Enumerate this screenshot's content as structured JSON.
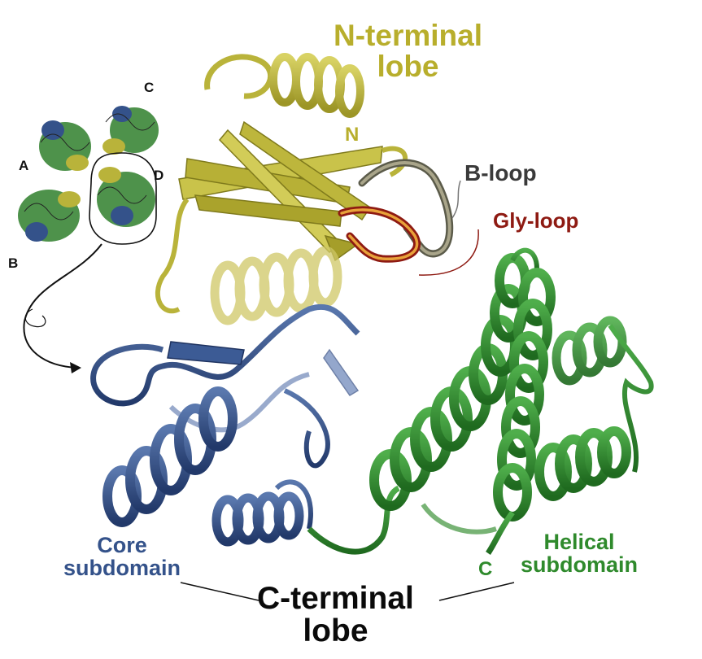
{
  "labels": {
    "n_lobe": [
      "N-terminal",
      "lobe"
    ],
    "b_loop": "B-loop",
    "gly_loop": "Gly-loop",
    "core": [
      "Core",
      "subdomain"
    ],
    "helical": [
      "Helical",
      "subdomain"
    ],
    "c_lobe": [
      "C-terminal",
      "lobe"
    ],
    "n_terminus": "N",
    "c_terminus": "C"
  },
  "chains": [
    "A",
    "B",
    "C",
    "D"
  ],
  "colors": {
    "n_lobe": "#b9b33a",
    "n_lobe_text": "#b8ae2c",
    "core": "#334f86",
    "core_text": "#34528a",
    "helical": "#2f8a2c",
    "helical_text": "#2f8a2c",
    "b_loop": "#3a3a3a",
    "gly_loop": "#8e1a12",
    "c_lobe_text": "#0a0a0a"
  },
  "icons": [
    "rotation-arrow-icon"
  ]
}
